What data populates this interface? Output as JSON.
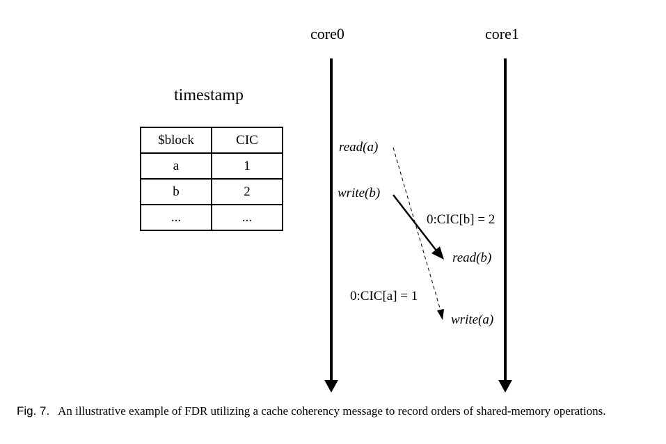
{
  "cores": {
    "core0": "core0",
    "core1": "core1"
  },
  "timestamp": {
    "title": "timestamp",
    "headers": [
      "$block",
      "CIC"
    ],
    "rows": [
      [
        "a",
        "1"
      ],
      [
        "b",
        "2"
      ],
      [
        "...",
        "..."
      ]
    ]
  },
  "operations": {
    "core0_read": "read(a)",
    "core0_write": "write(b)",
    "core1_read": "read(b)",
    "core1_write": "write(a)"
  },
  "annotations": {
    "cic_b": "0:CIC[b] = 2",
    "cic_a": "0:CIC[a] = 1"
  },
  "caption": {
    "fig_label": "Fig. 7.",
    "text": "An illustrative example of FDR utilizing a cache coherency message to record orders of shared-memory operations."
  }
}
